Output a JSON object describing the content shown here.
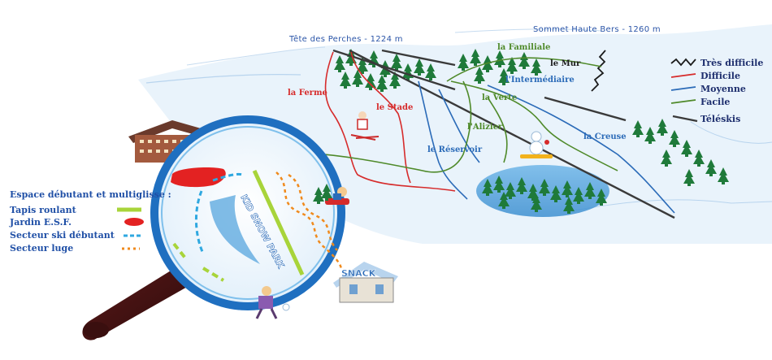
{
  "summits": [
    {
      "label": "Tête des Perches - 1224 m"
    },
    {
      "label": "Sommet Haute Bers - 1260 m"
    }
  ],
  "runs": [
    {
      "label": "la Ferme",
      "color": "#d62b2b"
    },
    {
      "label": "le Stade",
      "color": "#d62b2b"
    },
    {
      "label": "la Familiale",
      "color": "#4f8a2a"
    },
    {
      "label": "le Mur",
      "color": "#1b1b1b"
    },
    {
      "label": "l'Intermédiaire",
      "color": "#2b6bb8"
    },
    {
      "label": "la Verte",
      "color": "#4f8a2a"
    },
    {
      "label": "l'Alizier",
      "color": "#4f8a2a"
    },
    {
      "label": "le Réservoir",
      "color": "#2b6bb8"
    },
    {
      "label": "la Creuse",
      "color": "#2b6bb8"
    }
  ],
  "legend_right": {
    "items": [
      {
        "label": "Très difficile",
        "color": "#1b1b1b",
        "style": "zigzag"
      },
      {
        "label": "Difficile",
        "color": "#d62b2b",
        "style": "line"
      },
      {
        "label": "Moyenne",
        "color": "#2b6bb8",
        "style": "line"
      },
      {
        "label": "Facile",
        "color": "#4f8a2a",
        "style": "line"
      },
      {
        "label": "Téléskis",
        "color": "#3a3a3a",
        "style": "thick"
      }
    ]
  },
  "legend_left": {
    "title": "Espace débutant et multiglisse :",
    "items": [
      {
        "label": "Tapis roulant",
        "color": "#a8d43a",
        "style": "line"
      },
      {
        "label": "Jardin E.S.F.",
        "color": "#e32222",
        "style": "blob"
      },
      {
        "label": "Secteur ski débutant",
        "color": "#2fa8e0",
        "style": "dashed"
      },
      {
        "label": "Secteur luge",
        "color": "#f08a1c",
        "style": "dotted"
      }
    ]
  },
  "signs": {
    "snowpark": "KID SNOW PARK",
    "snack": "SNACK"
  },
  "icons": [
    "magnifier-icon",
    "chalet-icon",
    "skier-icon",
    "snowman-snowboarder-icon",
    "sled-rider-icon",
    "child-snowball-icon",
    "snack-house-icon",
    "fir-tree-icon"
  ]
}
